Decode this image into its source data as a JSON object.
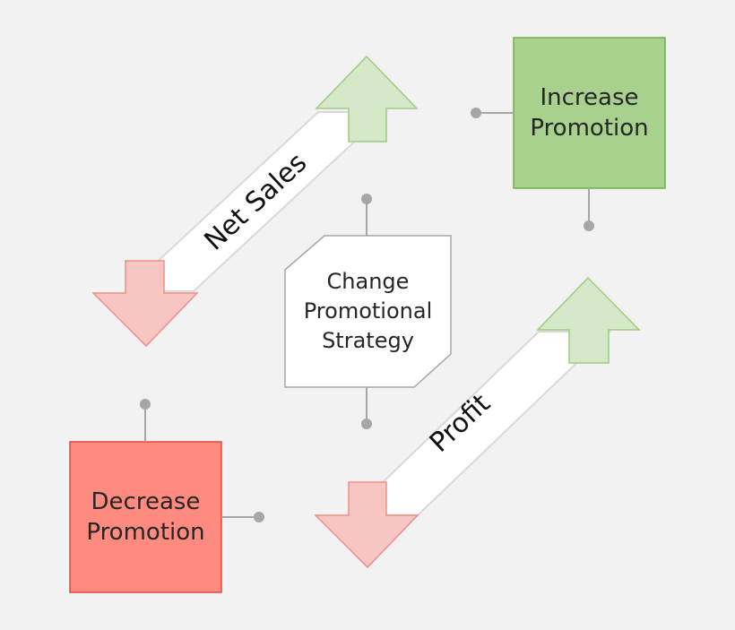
{
  "nodes": {
    "increase": {
      "label": "Increase\nPromotion",
      "fill": "#a9d18e",
      "stroke": "#70ad47"
    },
    "decrease": {
      "label": "Decrease\nPromotion",
      "fill": "#ff8b80",
      "stroke": "#e5473b"
    },
    "center": {
      "label": "Change\nPromotional\nStrategy",
      "fill": "#ffffff",
      "stroke": "#a6a6a6"
    }
  },
  "bands": {
    "net_sales": {
      "label": "Net Sales"
    },
    "profit": {
      "label": "Profit"
    }
  },
  "colors": {
    "up_arrow_fill": "#d5e8c8",
    "up_arrow_stroke": "#9fca82",
    "down_arrow_fill": "#f8c6c2",
    "down_arrow_stroke": "#ec8f86",
    "connector": "#a6a6a6",
    "band_stroke": "#d9d9d9"
  }
}
